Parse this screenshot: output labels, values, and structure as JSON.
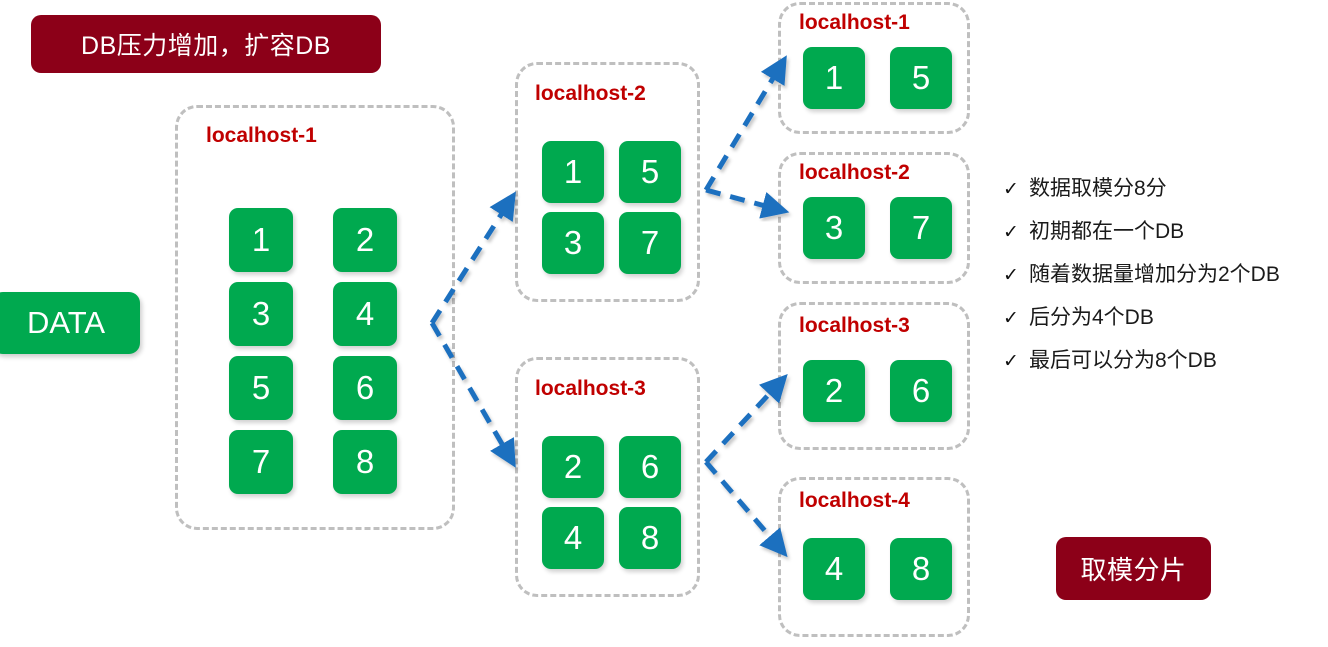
{
  "title_badge": {
    "label": "DB压力增加，扩容DB"
  },
  "tag_badge": {
    "label": "取模分片"
  },
  "source": {
    "label": "DATA"
  },
  "stage_one": {
    "host_label": "localhost-1",
    "tiles": [
      "1",
      "2",
      "3",
      "4",
      "5",
      "6",
      "7",
      "8"
    ]
  },
  "stage_two": {
    "hosts": [
      {
        "label": "localhost-2",
        "tiles": [
          "1",
          "5",
          "3",
          "7"
        ]
      },
      {
        "label": "localhost-3",
        "tiles": [
          "2",
          "6",
          "4",
          "8"
        ]
      }
    ]
  },
  "stage_three": {
    "hosts": [
      {
        "label": "localhost-1",
        "tiles": [
          "1",
          "5"
        ]
      },
      {
        "label": "localhost-2",
        "tiles": [
          "3",
          "7"
        ]
      },
      {
        "label": "localhost-3",
        "tiles": [
          "2",
          "6"
        ]
      },
      {
        "label": "localhost-4",
        "tiles": [
          "4",
          "8"
        ]
      }
    ]
  },
  "checklist": {
    "mark": "✓",
    "items": [
      "数据取模分8分",
      "初期都在一个DB",
      "随着数据量增加分为2个DB",
      "后分为4个DB",
      "最后可以分为8个DB"
    ]
  },
  "colors": {
    "tile_green": "#00A94F",
    "badge_red": "#8C0018",
    "label_red": "#C00000",
    "arrow_blue": "#1F6FBF",
    "container_gray": "#BFBFBF"
  }
}
